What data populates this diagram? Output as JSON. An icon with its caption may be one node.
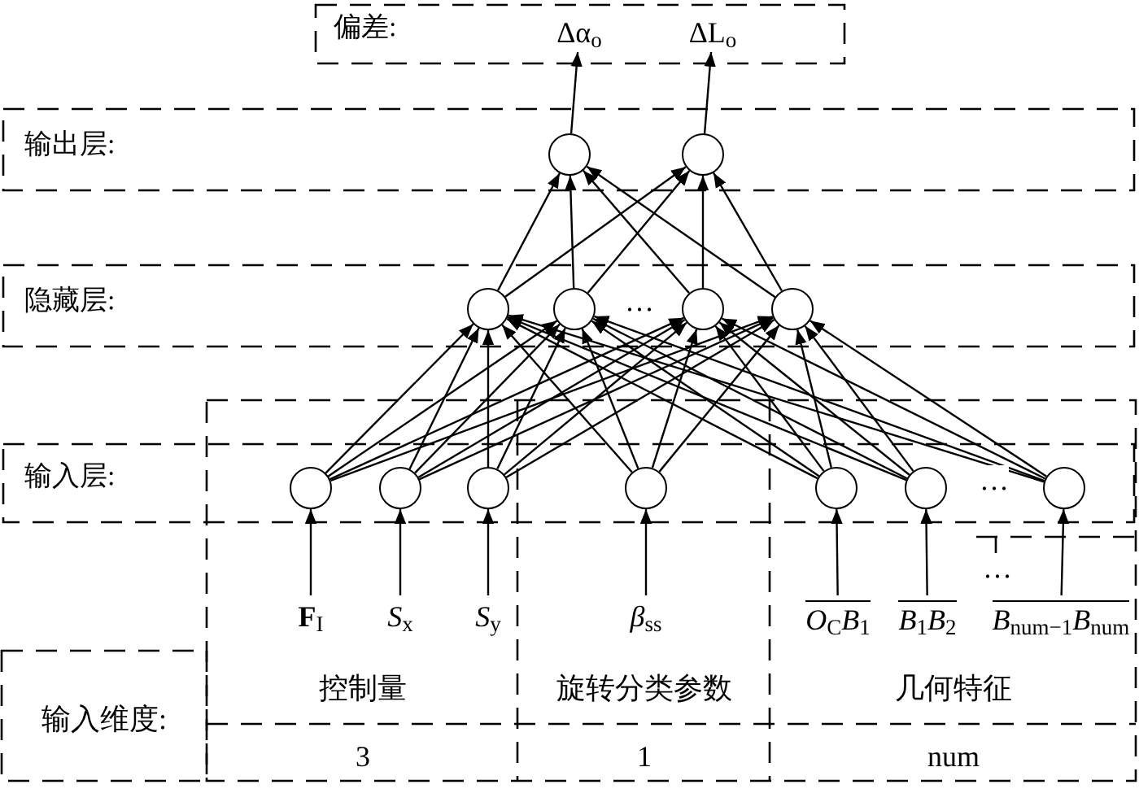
{
  "diagram": {
    "nodes": [
      {
        "text": [
          "偏差:"
        ]
      },
      {
        "text": [
          "Δα$_{o}$"
        ],
        "in": 0
      },
      {
        "text": [
          "ΔL$_{o}$"
        ],
        "in": 0
      },
      {
        "text": [
          "输出层:"
        ]
      },
      {
        "text": [],
        "shape": "circle",
        "in": 3
      },
      {
        "text": [],
        "shape": "circle",
        "in": 3
      },
      {
        "text": [
          "隐藏层:"
        ]
      },
      {
        "text": [],
        "shape": "circle",
        "in": 6
      },
      {
        "text": [],
        "shape": "circle",
        "in": 6
      },
      {
        "text": [],
        "shape": "circle",
        "in": 6
      },
      {
        "text": [],
        "shape": "circle",
        "in": 6
      },
      {
        "text": [
          "输入层:"
        ]
      },
      {
        "text": [],
        "shape": "circle",
        "in": 11
      },
      {
        "text": [],
        "shape": "circle",
        "in": 11
      },
      {
        "text": [],
        "shape": "circle",
        "in": 11
      },
      {
        "text": [],
        "shape": "circle",
        "in": 11
      },
      {
        "text": [],
        "shape": "circle",
        "in": 11
      },
      {
        "text": [],
        "shape": "circle",
        "in": 11
      },
      {
        "text": [],
        "shape": "circle",
        "in": 11
      },
      {
        "text": [
          "**F**$_{I}$"
        ]
      },
      {
        "text": [
          "*S*$_{x}$"
        ]
      },
      {
        "text": [
          "*S*$_{y}$"
        ]
      },
      {
        "text": [
          "*β*$_{ss}$"
        ]
      },
      {
        "text": [
          "*O*$_{C}$*B*$_{1}$"
        ]
      },
      {
        "text": [
          "*B*$_{1}$*B*$_{2}$"
        ]
      },
      {
        "text": [
          "*B*$_{num−1}$*B*$_{num}$"
        ]
      }
    ],
    "edges": [
      {
        "from": 4,
        "to": 1,
        "arrow": "to"
      },
      {
        "from": 5,
        "to": 2,
        "arrow": "to"
      },
      {
        "from": 7,
        "to": 4,
        "arrow": "to"
      },
      {
        "from": 7,
        "to": 5,
        "arrow": "to"
      },
      {
        "from": 8,
        "to": 4,
        "arrow": "to"
      },
      {
        "from": 8,
        "to": 5,
        "arrow": "to"
      },
      {
        "from": 9,
        "to": 4,
        "arrow": "to"
      },
      {
        "from": 9,
        "to": 5,
        "arrow": "to"
      },
      {
        "from": 10,
        "to": 4,
        "arrow": "to"
      },
      {
        "from": 10,
        "to": 5,
        "arrow": "to"
      },
      {
        "from": 12,
        "to": 7,
        "arrow": "to"
      },
      {
        "from": 12,
        "to": 8,
        "arrow": "to"
      },
      {
        "from": 12,
        "to": 9,
        "arrow": "to"
      },
      {
        "from": 12,
        "to": 10,
        "arrow": "to"
      },
      {
        "from": 13,
        "to": 7,
        "arrow": "to"
      },
      {
        "from": 13,
        "to": 8,
        "arrow": "to"
      },
      {
        "from": 13,
        "to": 9,
        "arrow": "to"
      },
      {
        "from": 13,
        "to": 10,
        "arrow": "to"
      },
      {
        "from": 14,
        "to": 7,
        "arrow": "to"
      },
      {
        "from": 14,
        "to": 8,
        "arrow": "to"
      },
      {
        "from": 14,
        "to": 9,
        "arrow": "to"
      },
      {
        "from": 14,
        "to": 10,
        "arrow": "to"
      },
      {
        "from": 15,
        "to": 7,
        "arrow": "to"
      },
      {
        "from": 15,
        "to": 8,
        "arrow": "to"
      },
      {
        "from": 15,
        "to": 9,
        "arrow": "to"
      },
      {
        "from": 15,
        "to": 10,
        "arrow": "to"
      },
      {
        "from": 16,
        "to": 7,
        "arrow": "to"
      },
      {
        "from": 16,
        "to": 8,
        "arrow": "to"
      },
      {
        "from": 16,
        "to": 9,
        "arrow": "to"
      },
      {
        "from": 16,
        "to": 10,
        "arrow": "to"
      },
      {
        "from": 17,
        "to": 7,
        "arrow": "to"
      },
      {
        "from": 17,
        "to": 8,
        "arrow": "to"
      },
      {
        "from": 17,
        "to": 9,
        "arrow": "to"
      },
      {
        "from": 17,
        "to": 10,
        "arrow": "to"
      },
      {
        "from": 18,
        "to": 7,
        "arrow": "to"
      },
      {
        "from": 18,
        "to": 8,
        "arrow": "to"
      },
      {
        "from": 18,
        "to": 9,
        "arrow": "to"
      },
      {
        "from": 18,
        "to": 10,
        "arrow": "to"
      },
      {
        "from": 19,
        "to": 12,
        "arrow": "to"
      },
      {
        "from": 20,
        "to": 13,
        "arrow": "to"
      },
      {
        "from": 21,
        "to": 14,
        "arrow": "to"
      },
      {
        "from": 22,
        "to": 15,
        "arrow": "to"
      },
      {
        "from": 23,
        "to": 16,
        "arrow": "to"
      },
      {
        "from": 24,
        "to": 17,
        "arrow": "to"
      },
      {
        "from": 25,
        "to": 18,
        "arrow": "to"
      }
    ],
    "labels": [
      "…",
      "…",
      "…",
      "输入维度:",
      "控制量",
      "旋转分类参数",
      "几何特征",
      "3",
      "1",
      "num"
    ]
  }
}
